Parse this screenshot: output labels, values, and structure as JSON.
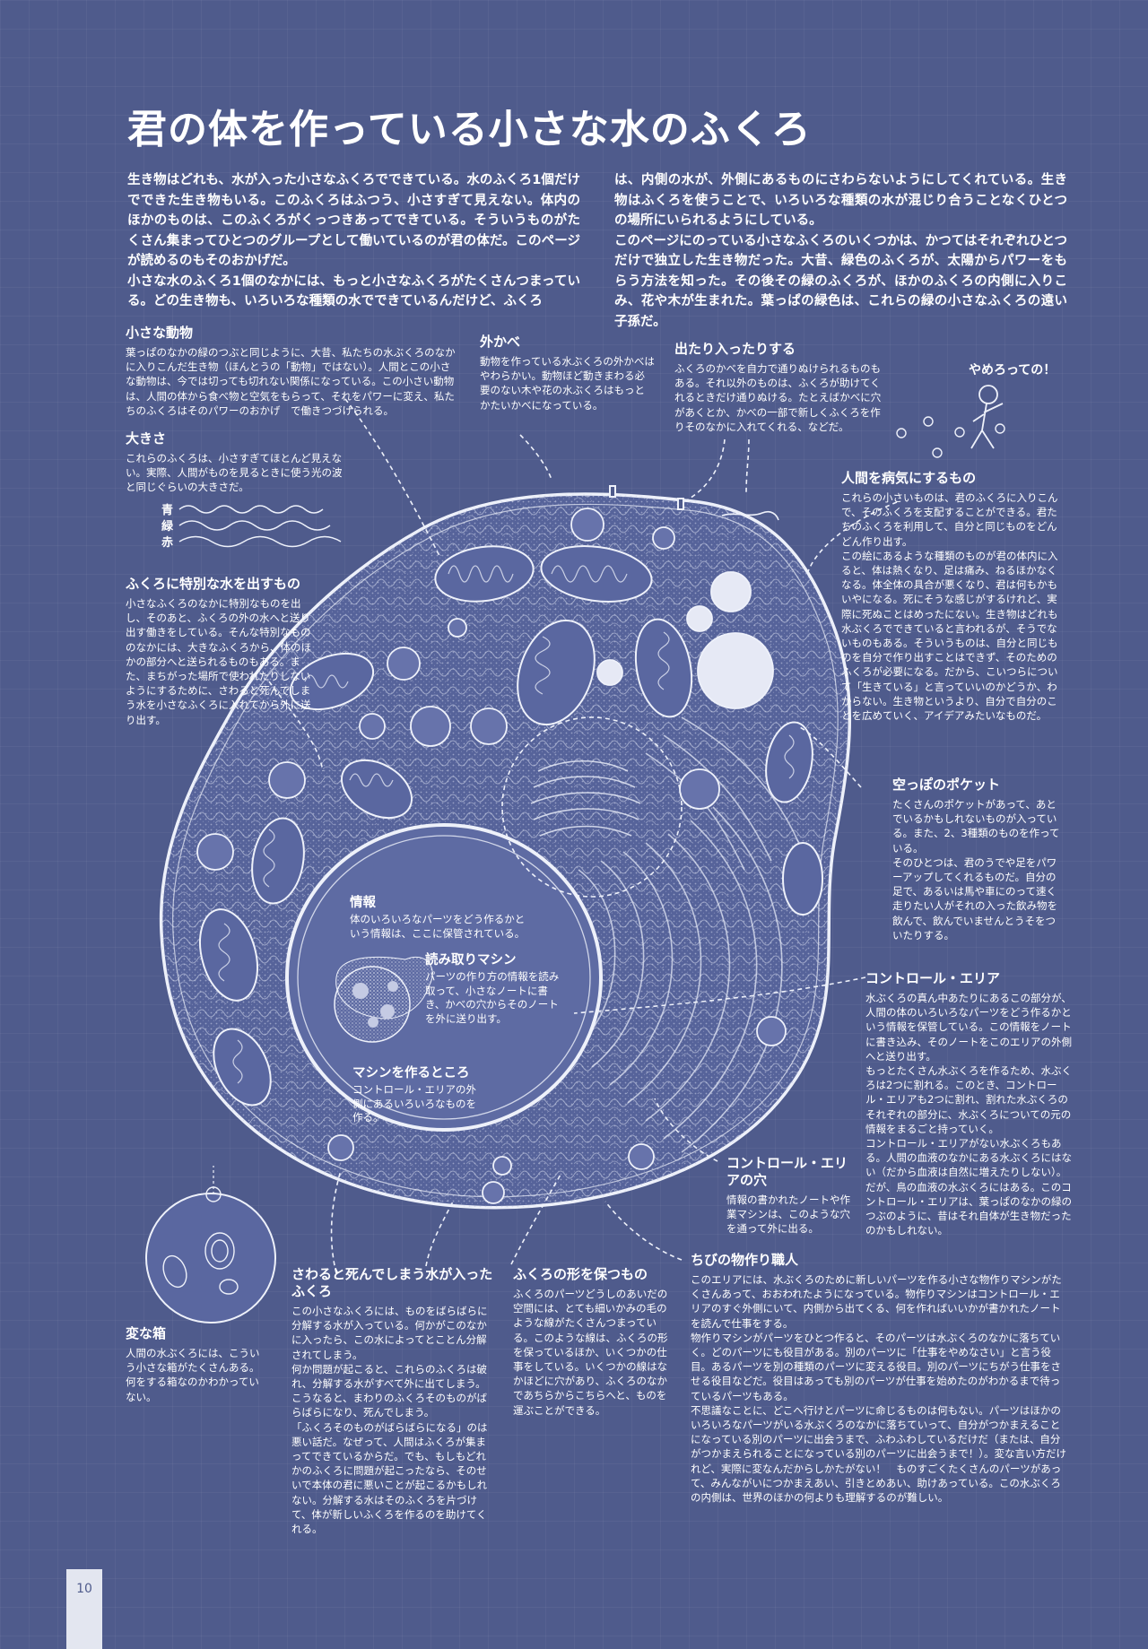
{
  "page": {
    "title": "君の体を作っている小さな水のふくろ",
    "page_number": "10"
  },
  "intro": {
    "left_1": "生き物はどれも、水が入った小さなふくろでできている。水のふくろ1個だけでできた生き物もいる。このふくろはふつう、小さすぎて見えない。体内のほかのものは、このふくろがくっつきあってできている。そういうものがたくさん集まってひとつのグループとして働いているのが君の体だ。このページが読めるのもそのおかげだ。",
    "left_2": "小さな水のふくろ1個のなかには、もっと小さなふくろがたくさんつまっている。どの生き物も、いろいろな種類の水でできているんだけど、ふくろ",
    "right_1": "は、内側の水が、外側にあるものにさわらないようにしてくれている。生き物はふくろを使うことで、いろいろな種類の水が混じり合うことなくひとつの場所にいられるようにしている。",
    "right_2": "このページにのっている小さなふくろのいくつかは、かつてはそれぞれひとつだけで独立した生き物だった。大昔、緑色のふくろが、太陽からパワーをもらう方法を知った。その後その緑のふくろが、ほかのふくろの内側に入りこみ、花や木が生まれた。葉っぱの緑色は、これらの緑の小さなふくろの遠い子孫だ。"
  },
  "annotations": {
    "small_animal": {
      "title": "小さな動物",
      "body": "葉っぱのなかの緑のつぶと同じように、大昔、私たちの水ぶくろのなかに入りこんだ生き物（ほんとうの「動物」ではない）。人間とこの小さな動物は、今では切っても切れない関係になっている。この小さい動物は、人間の体から食べ物と空気をもらって、それをパワーに変え、私たちのふくろはそのパワーのおかげ　で働きつづけられる。"
    },
    "size": {
      "title": "大きさ",
      "body": "これらのふくろは、小さすぎてほとんど見えない。実際、人間がものを見るときに使う光の波と同じぐらいの大きさだ。",
      "waves": [
        "青",
        "緑",
        "赤"
      ]
    },
    "special_water": {
      "title": "ふくろに特別な水を出すもの",
      "body": "小さなふくろのなかに特別なものを出し、そのあと、ふくろの外の水へと送り出す働きをしている。そんな特別なもののなかには、大きなふくろから、体のほかの部分へと送られるものもある。また、まちがった場所で使われたりしないようにするために、さわると死んでしまう水を小さなふくろに入れてから外に送り出す。"
    },
    "outer_wall": {
      "title": "外かべ",
      "body": "動物を作っている水ぶくろの外かべはやわらかい。動物ほど動きまわる必要のない木や花の水ぶくろはもっとかたいかべになっている。"
    },
    "in_and_out": {
      "title": "出たり入ったりする",
      "body": "ふくろのかべを自力で通りぬけられるものもある。それ以外のものは、ふくろが助けてくれるときだけ通りぬける。たとえばかべに穴があくとか、かべの一部で新しくふくろを作りそのなかに入れてくれる、などだ。"
    },
    "speech": "やめろっての！",
    "disease": {
      "title": "人間を病気にするもの",
      "body_1": "これらの小さいものは、君のふくろに入りこんで、そのふくろを支配することができる。君たちのふくろを利用して、自分と同じものをどんどん作り出す。",
      "body_2": "この絵にあるような種類のものが君の体内に入ると、体は熱くなり、足は痛み、ねるほかなくなる。体全体の具合が悪くなり、君は何もかもいやになる。死にそうな感じがするけれど、実際に死ぬことはめったにない。生き物はどれも水ぶくろでできていると言われるが、そうでないものもある。そういうものは、自分と同じものを自分で作り出すことはできず、そのためのふくろが必要になる。だから、こいつらについて「生きている」と言っていいのかどうか、わからない。生き物というより、自分で自分のことを広めていく、アイデアみたいなものだ。"
    },
    "empty_pocket": {
      "title": "空っぽのポケット",
      "body_1": "たくさんのポケットがあって、あとでいるかもしれないものが入っている。また、2、3種類のものを作っている。",
      "body_2": "そのひとつは、君のうでや足をパワーアップしてくれるものだ。自分の足で、あるいは馬や車にのって速く走りたい人がそれの入った飲み物を飲んで、飲んでいませんとうそをついたりする。"
    },
    "control_area": {
      "title": "コントロール・エリア",
      "body_1": "水ぶくろの真ん中あたりにあるこの部分が、人間の体のいろいろなパーツをどう作るかという情報を保管している。この情報をノートに書き込み、そのノートをこのエリアの外側へと送り出す。",
      "body_2": "もっとたくさん水ぶくろを作るため、水ぶくろは2つに割れる。このとき、コントロール・エリアも2つに割れ、割れた水ぶくろのそれぞれの部分に、水ぶくろについての元の情報をまるごと持っていく。",
      "body_3": "コントロール・エリアがない水ぶくろもある。人間の血液のなかにある水ぶくろにはない（だから血液は自然に増えたりしない）。だが、鳥の血液の水ぶくろにはある。このコントロール・エリアは、葉っぱのなかの緑のつぶのように、昔はそれ自体が生き物だったのかもしれない。"
    },
    "control_hole": {
      "title": "コントロール・エリアの穴",
      "body": "情報の書かれたノートや作業マシンは、このような穴を通って外に出る。"
    },
    "tiny_makers": {
      "title": "ちびの物作り職人",
      "body_1": "このエリアには、水ぶくろのために新しいパーツを作る小さな物作りマシンがたくさんあって、おおわれたようになっている。物作りマシンはコントロール・エリアのすぐ外側にいて、内側から出てくる、何を作ればいいかが書かれたノートを読んで仕事をする。",
      "body_2": "物作りマシンがパーツをひとつ作ると、そのパーツは水ぶくろのなかに落ちていく。どのパーツにも役目がある。別のパーツに「仕事をやめなさい」と言う役目。あるパーツを別の種類のパーツに変える役目。別のパーツにちがう仕事をさせる役目などだ。役目はあっても別のパーツが仕事を始めたのがわかるまで待っているパーツもある。",
      "body_3": "不思議なことに、どこへ行けとパーツに命じるものは何もない。パーツはほかのいろいろなパーツがいる水ぶくろのなかに落ちていって、自分がつかまえることになっている別のパーツに出会うまで、ふわふわしているだけだ（または、自分がつかまえられることになっている別のパーツに出会うまで！）。変な言い方だけれど、実際に変なんだからしかたがない！　ものすごくたくさんのパーツがあって、みんながいにつかまえあい、引きとめあい、助けあっている。この水ぶくろの内側は、世界のほかの何よりも理解するのが難しい。"
    },
    "shape_keepers": {
      "title": "ふくろの形を保つもの",
      "body": "ふくろのパーツどうしのあいだの空間には、とても細いかみの毛のような線がたくさんつまっている。このような線は、ふくろの形を保っているほか、いくつかの仕事をしている。いくつかの線はなかほどに穴があり、ふくろのなかであちらからこちらへと、ものを運ぶことができる。"
    },
    "deadly_water": {
      "title": "さわると死んでしまう水が入ったふくろ",
      "body_1": "この小さなふくろには、ものをばらばらに分解する水が入っている。何かがこのなかに入ったら、この水によってとことん分解されてしまう。",
      "body_2": "何か問題が起こると、これらのふくろは破れ、分解する水がすべて外に出てしまう。こうなると、まわりのふくろそのものがばらばらになり、死んでしまう。",
      "body_3": "「ふくろそのものがばらばらになる」のは悪い話だ。なぜって、人間はふくろが集まってできているからだ。でも、もしもどれかのふくろに問題が起こったなら、そのせいで本体の君に悪いことが起こるかもしれない。分解する水はそのふくろを片づけて、体が新しいふくろを作るのを助けてくれる。"
    },
    "odd_box": {
      "title": "変な箱",
      "body": "人間の水ぶくろには、こういう小さな箱がたくさんある。何をする箱なのかわかっていない。"
    },
    "info": {
      "title": "情報",
      "body": "体のいろいろなパーツをどう作るかという情報は、ここに保管されている。"
    },
    "reader": {
      "title": "読み取りマシン",
      "body": "パーツの作り方の情報を読み取って、小さなノートに書き、かべの穴からそのノートを外に送り出す。"
    },
    "machine_maker": {
      "title": "マシンを作るところ",
      "body": "コントロール・エリアの外側にあるいろいろなものを作る。"
    }
  },
  "colors": {
    "background": "#4f5b8c",
    "line": "#e8ecf7",
    "fill_light": "#c9cfe6"
  }
}
